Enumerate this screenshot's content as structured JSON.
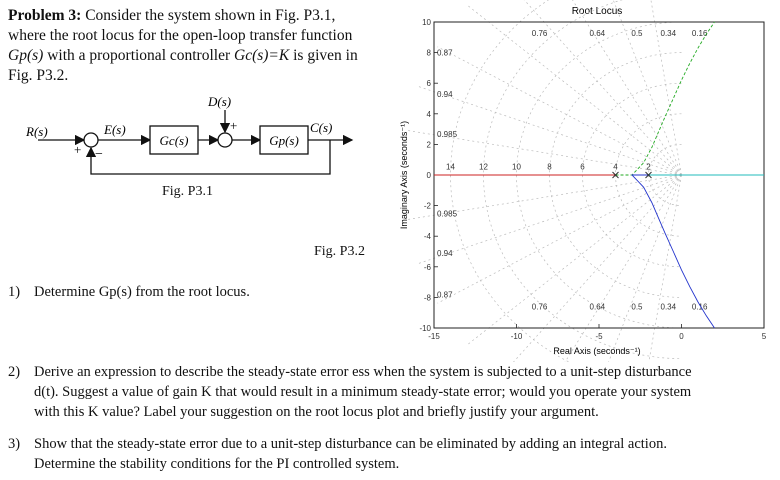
{
  "problem": {
    "label": "Problem 3:",
    "intro_lines": [
      "Consider the system shown in Fig. P3.1,",
      "where the root locus for the open-loop transfer function",
      "with a proportional controller",
      "is given in",
      "Fig. P3.2."
    ],
    "gp_symbol": "Gp(s)",
    "gc_eq": "Gc(s)=K"
  },
  "block_diagram": {
    "caption": "Fig. P3.1",
    "input": "R(s)",
    "error": "E(s)",
    "disturbance": "D(s)",
    "output": "C(s)",
    "controller": "Gc(s)",
    "plant": "Gp(s)",
    "plus1": "+",
    "minus1": "−",
    "plus2": "+"
  },
  "fig2_caption": "Fig. P3.2",
  "chart_data": {
    "type": "root-locus",
    "title": "Root Locus",
    "xlabel": "Real Axis (seconds⁻¹)",
    "ylabel": "Imaginary Axis (seconds⁻¹)",
    "xlim": [
      -15,
      5
    ],
    "ylim": [
      -10,
      10
    ],
    "xticks": [
      -15,
      -10,
      -5,
      0,
      5
    ],
    "yticks": [
      -10,
      -8,
      -6,
      -4,
      -2,
      0,
      2,
      4,
      6,
      8,
      10
    ],
    "damping_labels_top": [
      "0.76",
      "0.64",
      "0.5",
      "0.34",
      "0.16"
    ],
    "damping_labels_bottom": [
      "0.76",
      "0.64",
      "0.5",
      "0.34",
      "0.16"
    ],
    "damping_labels_left_top": [
      "0.87",
      "0.94",
      "0.985"
    ],
    "damping_labels_left_bottom": [
      "0.985",
      "0.94",
      "0.87"
    ],
    "wn_labels": [
      "14",
      "12",
      "10",
      "8",
      "6",
      "4",
      "2"
    ],
    "poles": [
      [
        -2,
        0
      ],
      [
        -4,
        0
      ]
    ],
    "branches": [
      {
        "color": "#22aa22",
        "points": [
          [
            -4,
            0
          ],
          [
            -3.5,
            0
          ],
          [
            -3,
            0
          ],
          [
            -2.3,
            0.8
          ],
          [
            -1.8,
            1.8
          ],
          [
            -1.4,
            2.8
          ],
          [
            -1,
            3.8
          ],
          [
            -0.5,
            5
          ],
          [
            0,
            6.2
          ],
          [
            0.5,
            7.3
          ],
          [
            1,
            8.3
          ],
          [
            1.5,
            9.2
          ],
          [
            2,
            10
          ]
        ]
      },
      {
        "color": "#2233cc",
        "points": [
          [
            -2,
            0
          ],
          [
            -2.5,
            0
          ],
          [
            -3,
            0
          ],
          [
            -2.3,
            -0.8
          ],
          [
            -1.8,
            -1.8
          ],
          [
            -1.4,
            -2.8
          ],
          [
            -1,
            -3.8
          ],
          [
            -0.5,
            -5
          ],
          [
            0,
            -6.2
          ],
          [
            0.5,
            -7.3
          ],
          [
            1,
            -8.3
          ],
          [
            1.5,
            -9.2
          ],
          [
            2,
            -10
          ]
        ]
      },
      {
        "color": "#cc2222",
        "points": [
          [
            -15,
            0
          ],
          [
            -12,
            0
          ],
          [
            -9,
            0
          ],
          [
            -6,
            0
          ],
          [
            -4,
            0
          ]
        ]
      },
      {
        "color": "#22bbbb",
        "points": [
          [
            -2,
            0
          ],
          [
            0,
            0
          ],
          [
            2,
            0
          ],
          [
            4,
            0
          ],
          [
            5,
            0
          ]
        ]
      }
    ]
  },
  "questions": [
    {
      "num": "1)",
      "lines": [
        "Determine Gp(s) from the root locus."
      ]
    },
    {
      "num": "2)",
      "lines": [
        "Derive an expression to describe the steady-state error ess when the system is subjected to a unit-step disturbance",
        "d(t).  Suggest a value of gain K that would result in a minimum steady-state error; would you operate your system",
        "with this K value? Label your suggestion on the root locus plot and briefly justify your argument."
      ]
    },
    {
      "num": "3)",
      "lines": [
        "Show that the steady-state error due to a unit-step disturbance can be eliminated by adding an integral action.",
        "Determine the stability conditions for the PI controlled system."
      ]
    }
  ]
}
